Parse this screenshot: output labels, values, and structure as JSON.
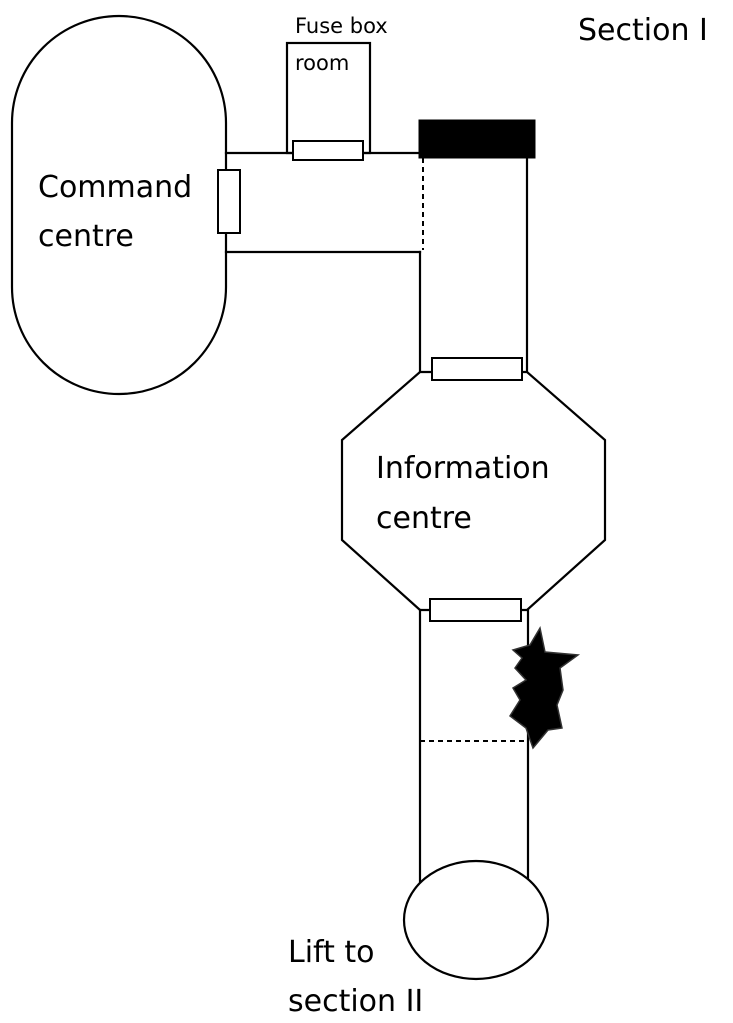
{
  "section_title": "Section I",
  "rooms": {
    "command_centre": [
      "Command",
      "centre"
    ],
    "fuse_box_room": [
      "Fuse box",
      "room"
    ],
    "information_centre": [
      "Information",
      "centre"
    ],
    "lift": [
      "Lift to",
      "section II"
    ]
  }
}
